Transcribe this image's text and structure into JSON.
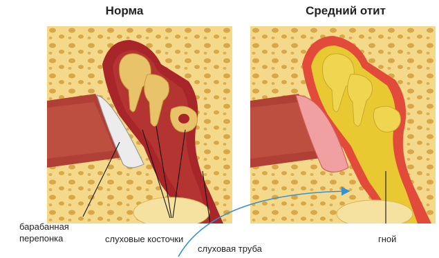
{
  "panels": {
    "left": {
      "title": "Норма"
    },
    "right": {
      "title": "Средний отит"
    }
  },
  "labels": {
    "eardrum_line1": "барабанная",
    "eardrum_line2": "перепонка",
    "ossicles": "слуховые косточки",
    "eustachian_tube": "слуховая труба",
    "pus": "гной"
  },
  "colors": {
    "bone": "#f2d27a",
    "bone_hole": "#d9a94a",
    "tissue": "#a8262a",
    "ossicle": "#e8c36a",
    "membrane": "#e9e9e9",
    "inflamed": "#f0a0a0",
    "pus": "#e8d030",
    "arrow": "#3a8fd0"
  }
}
